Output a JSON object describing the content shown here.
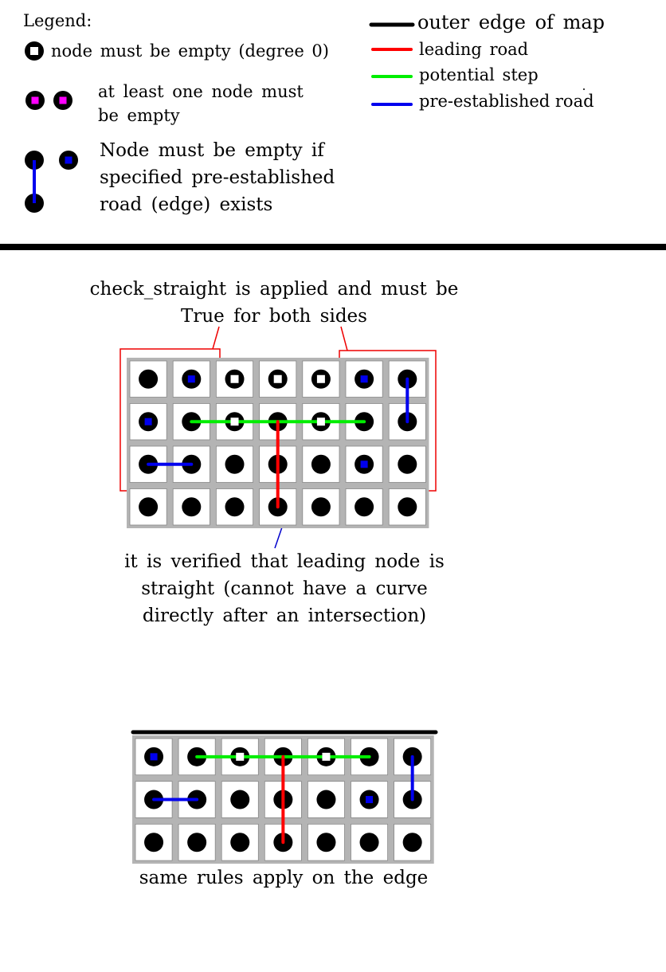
{
  "legend": {
    "title": "Legend:",
    "empty_node": "node must be empty (degree 0)",
    "at_least_one": "at least one node must be empty",
    "empty_if_edge": "Node must be empty if specified pre-established road (edge) exists"
  },
  "key": {
    "outer_edge": "outer edge of map",
    "leading_road": "leading road",
    "potential_step": "potential step",
    "pre_established": "pre-established road"
  },
  "captions": {
    "check_straight": "check_straight is applied and must be True for both sides",
    "verified_straight": "it is verified that leading node is straight (cannot have a curve directly after an intersection)",
    "same_rules": "same rules apply on the edge"
  },
  "colors": {
    "outer_edge": "#000000",
    "leading_road": "#ff0000",
    "potential_step": "#00ee00",
    "pre_established": "#0000ee",
    "at_least_one_marker": "#ff00ff",
    "check_box": "#ee0000",
    "verify_box": "#0000cc",
    "grid": "#b4b4b4"
  },
  "icons": {
    "empty_node": "white-square-in-black-circle-icon",
    "at_least_one": "magenta-square-in-black-circle-icon",
    "conditional_empty": "blue-square-in-black-circle-icon",
    "plain_node": "black-circle-icon"
  },
  "diagram1": {
    "rows": 4,
    "cols": 7,
    "markers": [
      [
        "",
        "blue",
        "white",
        "white",
        "white",
        "blue",
        ""
      ],
      [
        "blue",
        "",
        "white",
        "",
        "white",
        "",
        ""
      ],
      [
        "",
        "",
        "",
        "",
        "",
        "blue",
        ""
      ],
      [
        "",
        "",
        "",
        "",
        "",
        "",
        ""
      ]
    ],
    "potential_step": {
      "row": 1,
      "from_col": 1,
      "to_col": 5
    },
    "leading_road": {
      "col": 3,
      "from_row": 1,
      "to_row": 3
    },
    "pre_established": [
      {
        "from": [
          2,
          0
        ],
        "to": [
          2,
          1
        ]
      },
      {
        "from": [
          0,
          6
        ],
        "to": [
          1,
          6
        ]
      }
    ]
  },
  "diagram2": {
    "rows": 3,
    "cols": 7,
    "markers": [
      [
        "blue",
        "",
        "white",
        "",
        "white",
        "",
        ""
      ],
      [
        "",
        "",
        "",
        "",
        "",
        "blue",
        ""
      ],
      [
        "",
        "",
        "",
        "",
        "",
        "",
        ""
      ]
    ],
    "potential_step": {
      "row": 0,
      "from_col": 1,
      "to_col": 5
    },
    "leading_road": {
      "col": 3,
      "from_row": 0,
      "to_row": 2
    },
    "pre_established": [
      {
        "from": [
          1,
          0
        ],
        "to": [
          1,
          1
        ]
      },
      {
        "from": [
          0,
          6
        ],
        "to": [
          1,
          6
        ]
      }
    ]
  }
}
